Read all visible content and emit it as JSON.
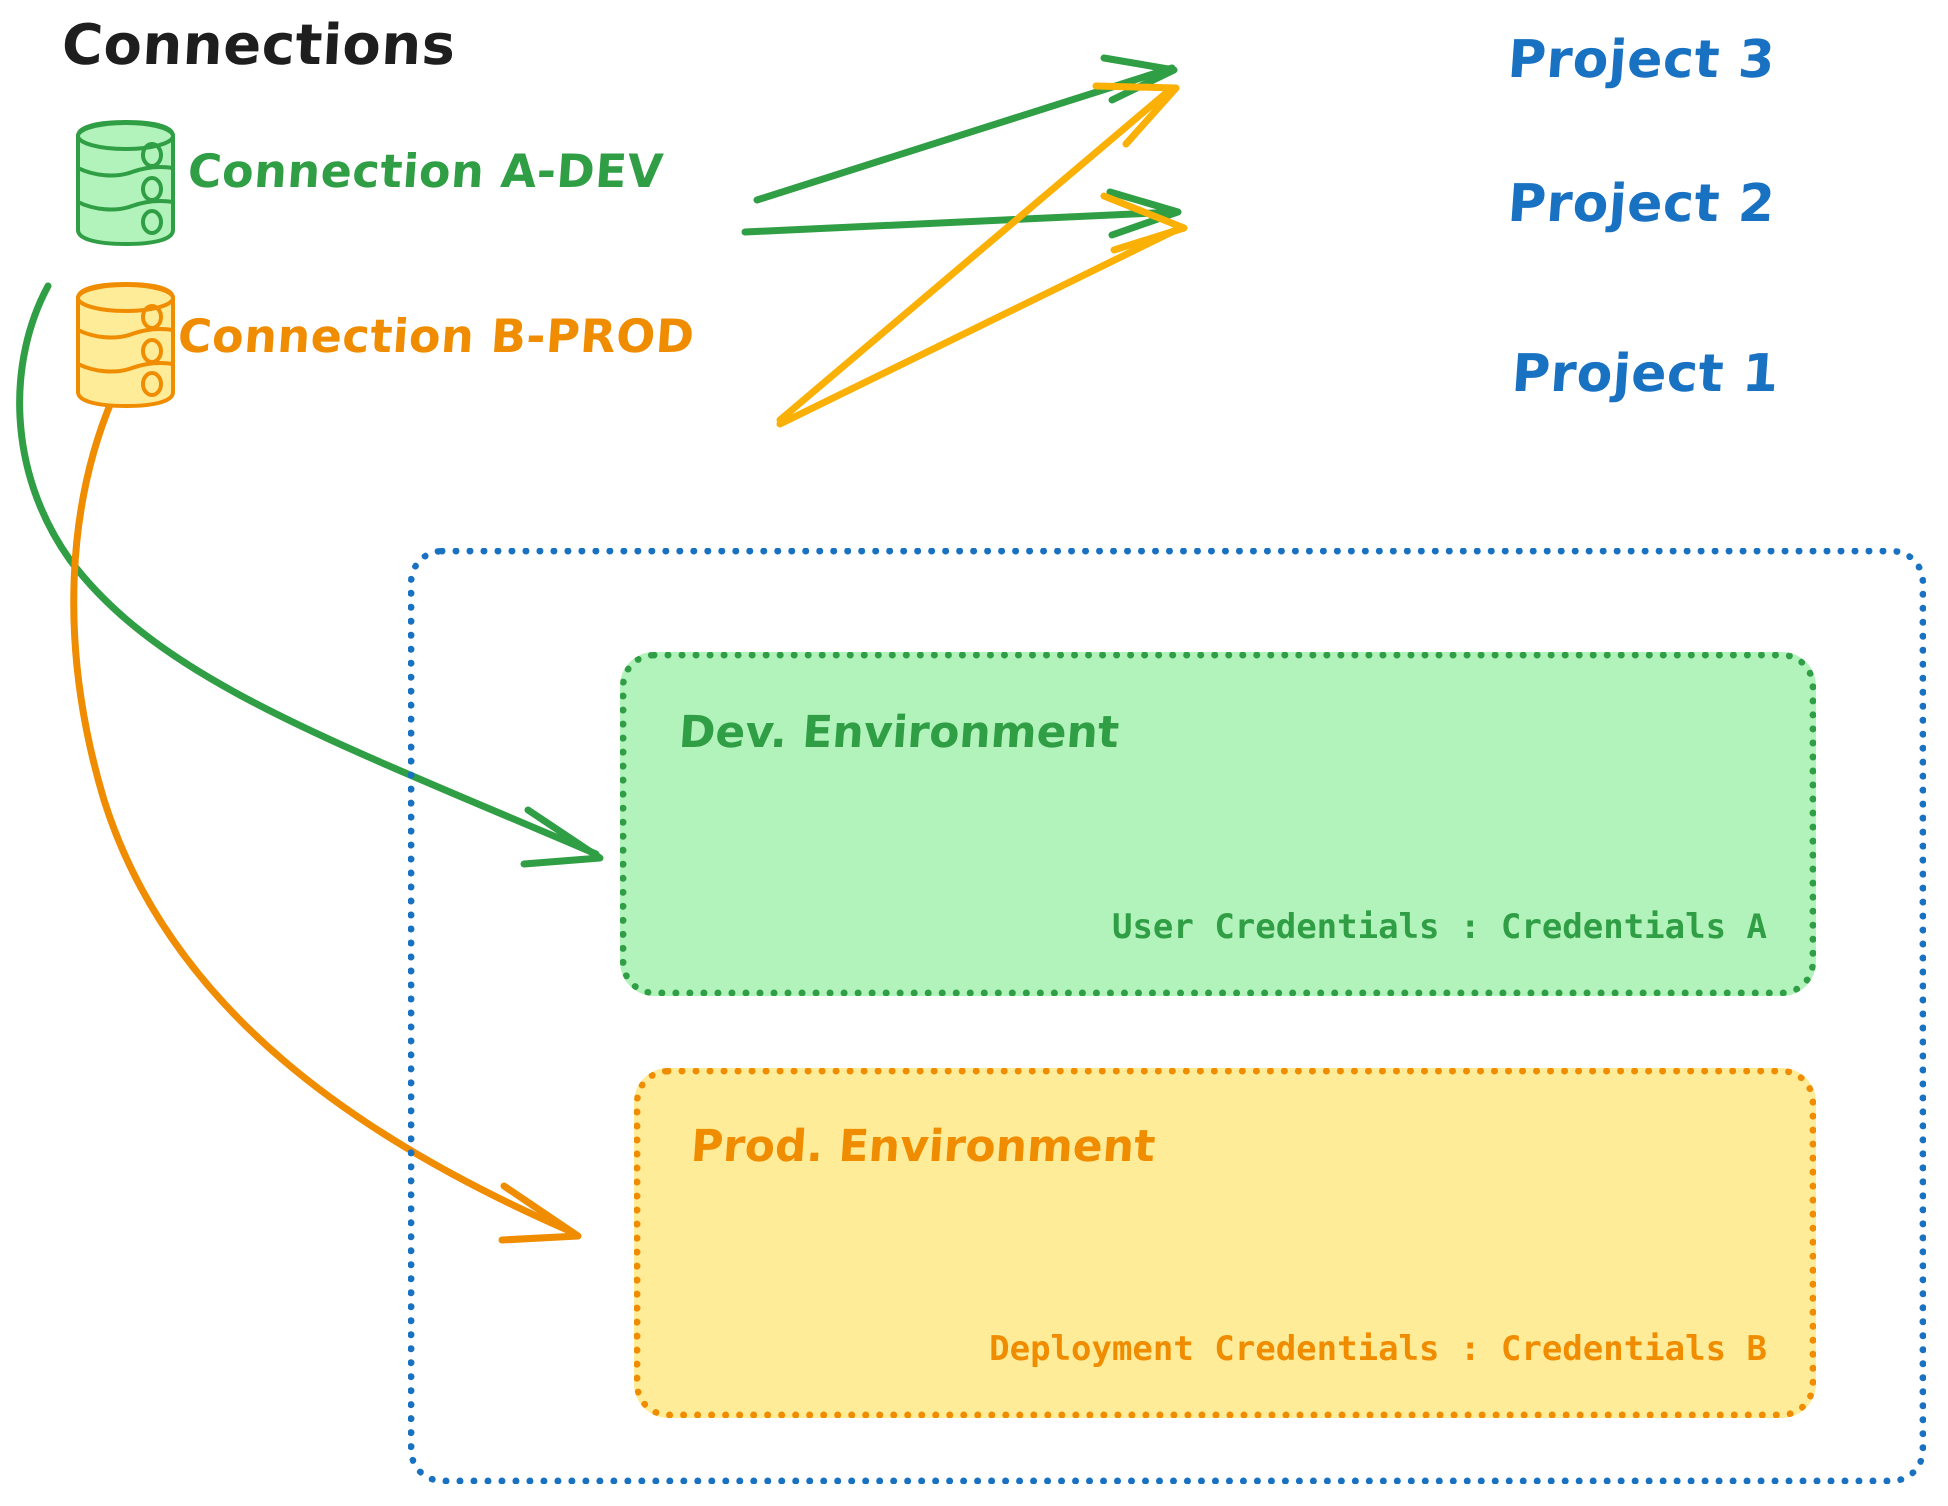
{
  "diagram": {
    "title": "Connections",
    "background_color": "#ffffff"
  },
  "colors": {
    "green": "#2f9e44",
    "green_fill": "#b2f2bb",
    "orange": "#f08c00",
    "orange_fill": "#ffec99",
    "blue": "#1971c2",
    "black": "#1e1e1e"
  },
  "connections": [
    {
      "id": "a-dev",
      "label": "Connection A-DEV",
      "color": "#2f9e44",
      "icon": "database-cylinder-icon"
    },
    {
      "id": "b-prod",
      "label": "Connection B-PROD",
      "color": "#f08c00",
      "icon": "database-cylinder-icon"
    }
  ],
  "projects": [
    {
      "id": "project-3",
      "label": "Project 3"
    },
    {
      "id": "project-2",
      "label": "Project 2"
    },
    {
      "id": "project-1",
      "label": "Project 1"
    }
  ],
  "environments": [
    {
      "id": "dev",
      "title": "Dev. Environment",
      "credentials_label": "User Credentials : Credentials A",
      "color": "#2f9e44",
      "fill": "#b2f2bb"
    },
    {
      "id": "prod",
      "title": "Prod. Environment",
      "credentials_label": "Deployment Credentials : Credentials B",
      "color": "#f08c00",
      "fill": "#ffec99"
    }
  ],
  "edges": [
    {
      "from": "a-dev",
      "to": "project-3",
      "color": "#2f9e44"
    },
    {
      "from": "a-dev",
      "to": "project-2",
      "color": "#2f9e44"
    },
    {
      "from": "a-dev",
      "to": "dev",
      "color": "#2f9e44"
    },
    {
      "from": "b-prod",
      "to": "project-3",
      "color": "#fab005"
    },
    {
      "from": "b-prod",
      "to": "project-2",
      "color": "#fab005"
    },
    {
      "from": "b-prod",
      "to": "prod",
      "color": "#f08c00"
    }
  ]
}
